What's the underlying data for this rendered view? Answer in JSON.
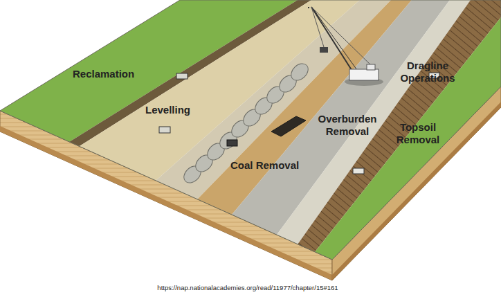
{
  "diagram": {
    "labels": [
      "Reclamation",
      "Dragline Operations",
      "Levelling",
      "Overburden Removal",
      "Topsoil Removal",
      "Coal Removal",
      "https://nap.nationalacademies.org/read/11977/chapter/15#161"
    ]
  }
}
